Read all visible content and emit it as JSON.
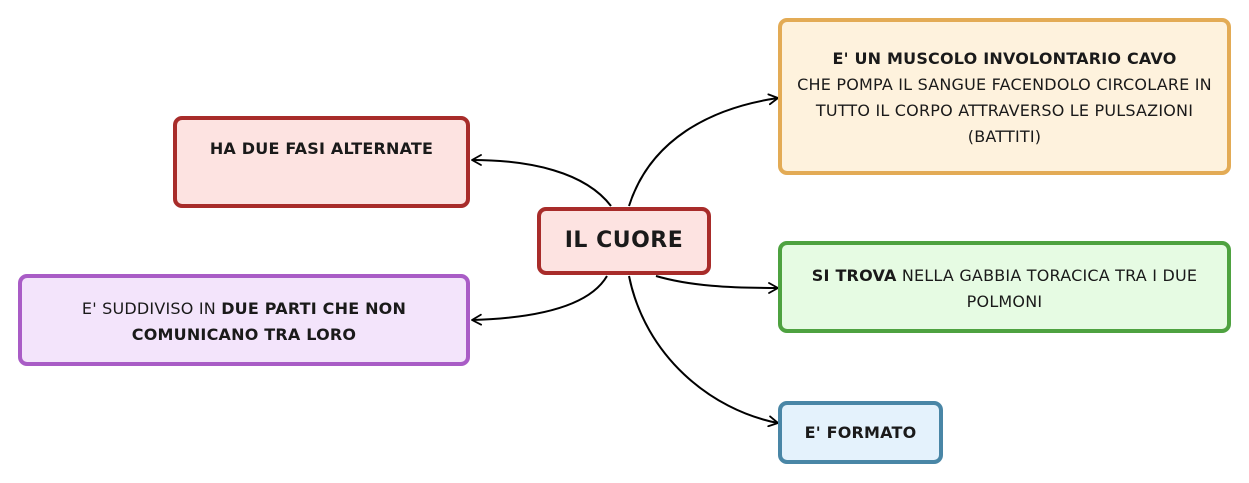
{
  "diagram": {
    "center": {
      "label": "IL CUORE"
    },
    "nodes": {
      "fasi": {
        "bold": "HA DUE FASI ALTERNATE"
      },
      "suddiviso": {
        "normal": "E' SUDDIVISO IN ",
        "bold": "DUE PARTI CHE NON COMUNICANO TRA LORO"
      },
      "muscolo": {
        "bold": "E' UN MUSCOLO INVOLONTARIO CAVO",
        "normal": "CHE POMPA IL SANGUE FACENDOLO CIRCOLARE IN TUTTO IL CORPO ATTRAVERSO LE PULSAZIONI (BATTITI)"
      },
      "trova": {
        "bold": "SI TROVA",
        "normal": " NELLA GABBIA TORACICA TRA I DUE POLMONI"
      },
      "formato": {
        "bold": "E' FORMATO"
      }
    },
    "colors": {
      "center_border": "#a82c2a",
      "center_fill": "#fde3e1",
      "fasi_border": "#a82c2a",
      "fasi_fill": "#fde3e1",
      "suddiviso_border": "#a95cc6",
      "suddiviso_fill": "#f3e4fb",
      "muscolo_border": "#e3ab55",
      "muscolo_fill": "#fef2dd",
      "trova_border": "#4ea240",
      "trova_fill": "#e6fbe3",
      "formato_border": "#4986a6",
      "formato_fill": "#e4f2fc",
      "edge": "#000000"
    }
  }
}
